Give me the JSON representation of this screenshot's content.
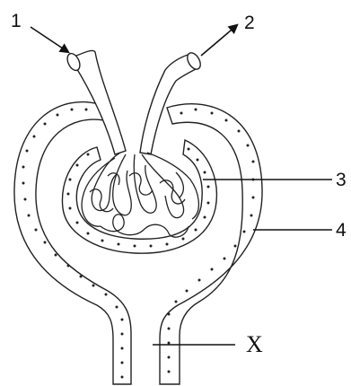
{
  "labels": {
    "l1": "1",
    "l2": "2",
    "l3": "3",
    "l4": "4",
    "lx": "X"
  },
  "colors": {
    "ink": "#111111",
    "background": "#ffffff"
  }
}
